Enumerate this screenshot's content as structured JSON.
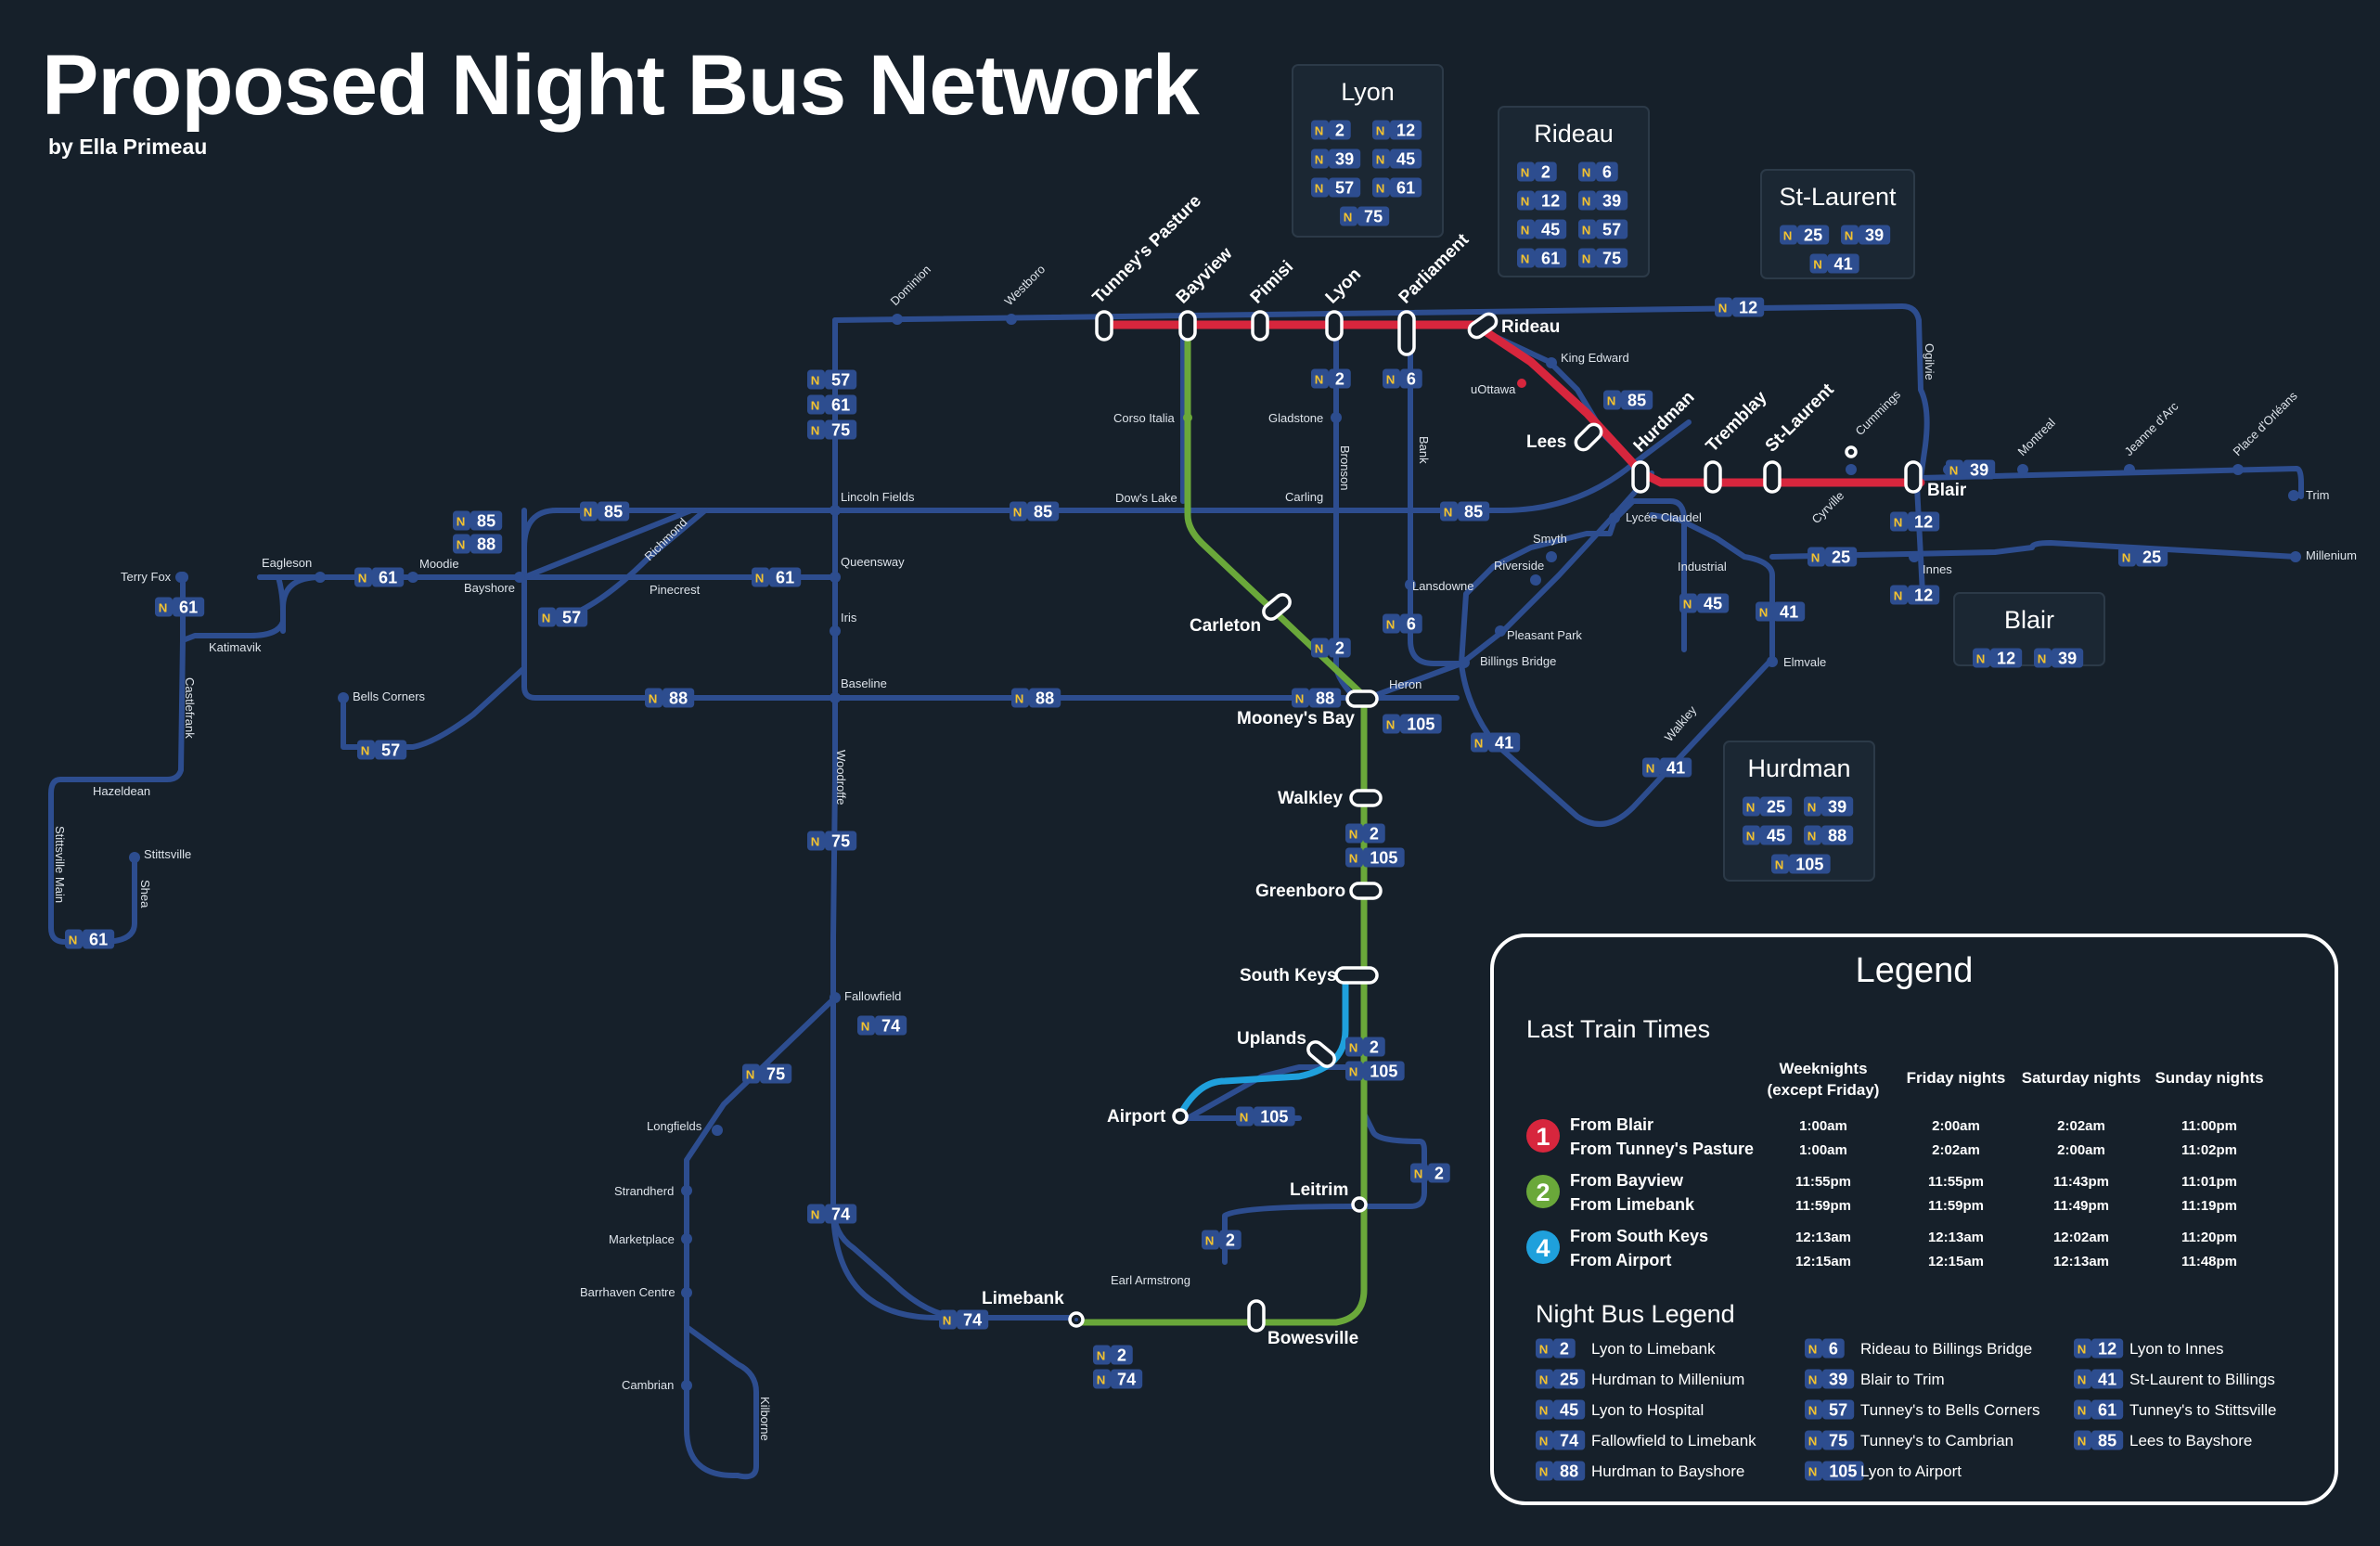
{
  "title": "Proposed Night Bus Network",
  "byline": "by Ella Primeau",
  "colors": {
    "background": "#16202a",
    "bus_line": "#2d4d8f",
    "line1": "#d7263d",
    "line2": "#6aa83a",
    "line4": "#1fa0dc",
    "badge_n": "#f2c230"
  },
  "map_labels": {
    "stations": [
      "Tunney's Pasture",
      "Bayview",
      "Pimisi",
      "Lyon",
      "Parliament",
      "Rideau",
      "Lees",
      "Hurdman",
      "Tremblay",
      "St-Laurent",
      "Cyrville",
      "Blair",
      "Carleton",
      "Mooney's Bay",
      "Walkley",
      "Greenboro",
      "South Keys",
      "Uplands",
      "Airport",
      "Leitrim",
      "Limebank",
      "Bowesville"
    ],
    "stops": [
      "Dominion",
      "Westboro",
      "Corso Italia",
      "Gladstone",
      "Dow's Lake",
      "Carling",
      "Lincoln Fields",
      "Queensway",
      "Iris",
      "Baseline",
      "Terry Fox",
      "Eagleson",
      "Moodie",
      "Bayshore",
      "Pinecrest",
      "Bells Corners",
      "Stittsville",
      "Fallowfield",
      "Longfields",
      "Strandherd",
      "Marketplace",
      "Barrhaven Centre",
      "Cambrian",
      "uOttawa",
      "King Edward",
      "Lycée Claudel",
      "Smyth",
      "Riverside",
      "Pleasant Park",
      "Billings Bridge",
      "Lansdowne",
      "Heron",
      "Elmvale",
      "Cummings",
      "Montreal",
      "Jeanne d'Arc",
      "Place d'Orléans",
      "Trim",
      "Innes",
      "Millenium",
      "Richmond",
      "Industrial",
      "Walkley",
      "Bank",
      "Bronson",
      "Ogilvie",
      "Katimavik",
      "Castlefrank",
      "Hazeldean",
      "Stittsville Main",
      "Shea",
      "Woodroffe",
      "Kilborne",
      "Earl Armstrong"
    ]
  },
  "transfer_boxes": [
    {
      "name": "Lyon",
      "routes": [
        "2",
        "12",
        "39",
        "45",
        "57",
        "61",
        "75"
      ]
    },
    {
      "name": "Rideau",
      "routes": [
        "2",
        "6",
        "12",
        "39",
        "45",
        "57",
        "61",
        "75"
      ]
    },
    {
      "name": "St-Laurent",
      "routes": [
        "25",
        "39",
        "41"
      ]
    },
    {
      "name": "Blair",
      "routes": [
        "12",
        "39"
      ]
    },
    {
      "name": "Hurdman",
      "routes": [
        "25",
        "39",
        "45",
        "88",
        "105"
      ]
    }
  ],
  "legend": {
    "title": "Legend",
    "last_train_heading": "Last Train Times",
    "columns": [
      "Weeknights (except Friday)",
      "Friday nights",
      "Saturday nights",
      "Sunday nights"
    ],
    "lines": [
      {
        "num": "1",
        "color": "#d7263d",
        "rows": [
          {
            "from": "From Blair",
            "times": [
              "1:00am",
              "2:00am",
              "2:02am",
              "11:00pm"
            ]
          },
          {
            "from": "From Tunney's Pasture",
            "times": [
              "1:00am",
              "2:02am",
              "2:00am",
              "11:02pm"
            ]
          }
        ]
      },
      {
        "num": "2",
        "color": "#6aa83a",
        "rows": [
          {
            "from": "From Bayview",
            "times": [
              "11:55pm",
              "11:55pm",
              "11:43pm",
              "11:01pm"
            ]
          },
          {
            "from": "From Limebank",
            "times": [
              "11:59pm",
              "11:59pm",
              "11:49pm",
              "11:19pm"
            ]
          }
        ]
      },
      {
        "num": "4",
        "color": "#1fa0dc",
        "rows": [
          {
            "from": "From South Keys",
            "times": [
              "12:13am",
              "12:13am",
              "12:02am",
              "11:20pm"
            ]
          },
          {
            "from": "From Airport",
            "times": [
              "12:15am",
              "12:15am",
              "12:13am",
              "11:48pm"
            ]
          }
        ]
      }
    ],
    "night_bus_heading": "Night Bus Legend",
    "routes": [
      {
        "num": "2",
        "desc": "Lyon to Limebank"
      },
      {
        "num": "6",
        "desc": "Rideau to Billings Bridge"
      },
      {
        "num": "12",
        "desc": "Lyon to Innes"
      },
      {
        "num": "25",
        "desc": "Hurdman to Millenium"
      },
      {
        "num": "39",
        "desc": "Blair to Trim"
      },
      {
        "num": "41",
        "desc": "St-Laurent to Billings"
      },
      {
        "num": "45",
        "desc": "Lyon to Hospital"
      },
      {
        "num": "57",
        "desc": "Tunney's to Bells Corners"
      },
      {
        "num": "61",
        "desc": "Tunney's to Stittsville"
      },
      {
        "num": "74",
        "desc": "Fallowfield to Limebank"
      },
      {
        "num": "75",
        "desc": "Tunney's to Cambrian"
      },
      {
        "num": "85",
        "desc": "Lees to Bayshore"
      },
      {
        "num": "88",
        "desc": "Hurdman to Bayshore"
      },
      {
        "num": "105",
        "desc": "Lyon to Airport"
      }
    ]
  }
}
